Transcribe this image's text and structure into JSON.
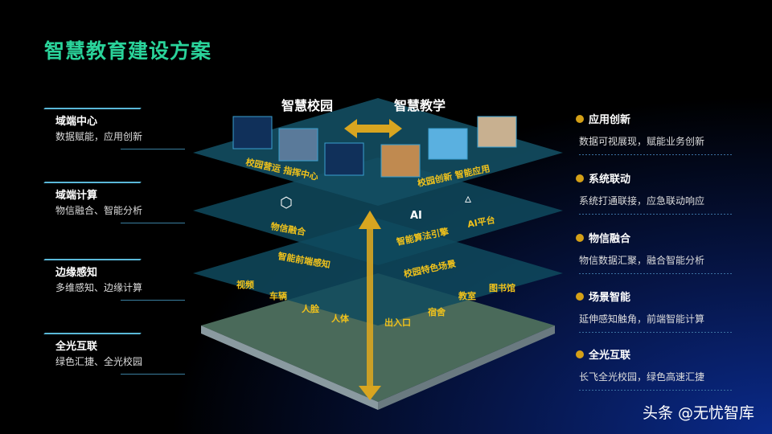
{
  "title": "智慧教育建设方案",
  "left": [
    {
      "h": "域端中心",
      "s": "数据赋能，应用创新"
    },
    {
      "h": "域端计算",
      "s": "物信融合、智能分析"
    },
    {
      "h": "边缘感知",
      "s": "多维感知、边缘计算"
    },
    {
      "h": "全光互联",
      "s": "绿色汇捷、全光校园"
    }
  ],
  "right": [
    {
      "h": "应用创新",
      "s": "数据可视展现，赋能业务创新"
    },
    {
      "h": "系统联动",
      "s": "系统打通联接，应急联动响应"
    },
    {
      "h": "物信融合",
      "s": "物信数据汇聚，融合智能分析"
    },
    {
      "h": "场景智能",
      "s": "延伸感知触角，前端智能计算"
    },
    {
      "h": "全光互联",
      "s": "长飞全光校园，绿色高速汇捷"
    }
  ],
  "diagram": {
    "top_left": "智慧校园",
    "top_right": "智慧教学",
    "l1_left": "校园营运 指挥中心",
    "l1_right": "校园创新 智能应用",
    "l2": [
      "物信融合",
      "智能算法引擎",
      "AI平台"
    ],
    "l3_left_title": "智能前端感知",
    "l3_right_title": "校园特色场景",
    "l3_items": [
      "视频",
      "车辆",
      "人脸",
      "人体",
      "出入口",
      "宿舍",
      "教室",
      "图书馆"
    ]
  },
  "watermark": "头条 @无忧智库"
}
